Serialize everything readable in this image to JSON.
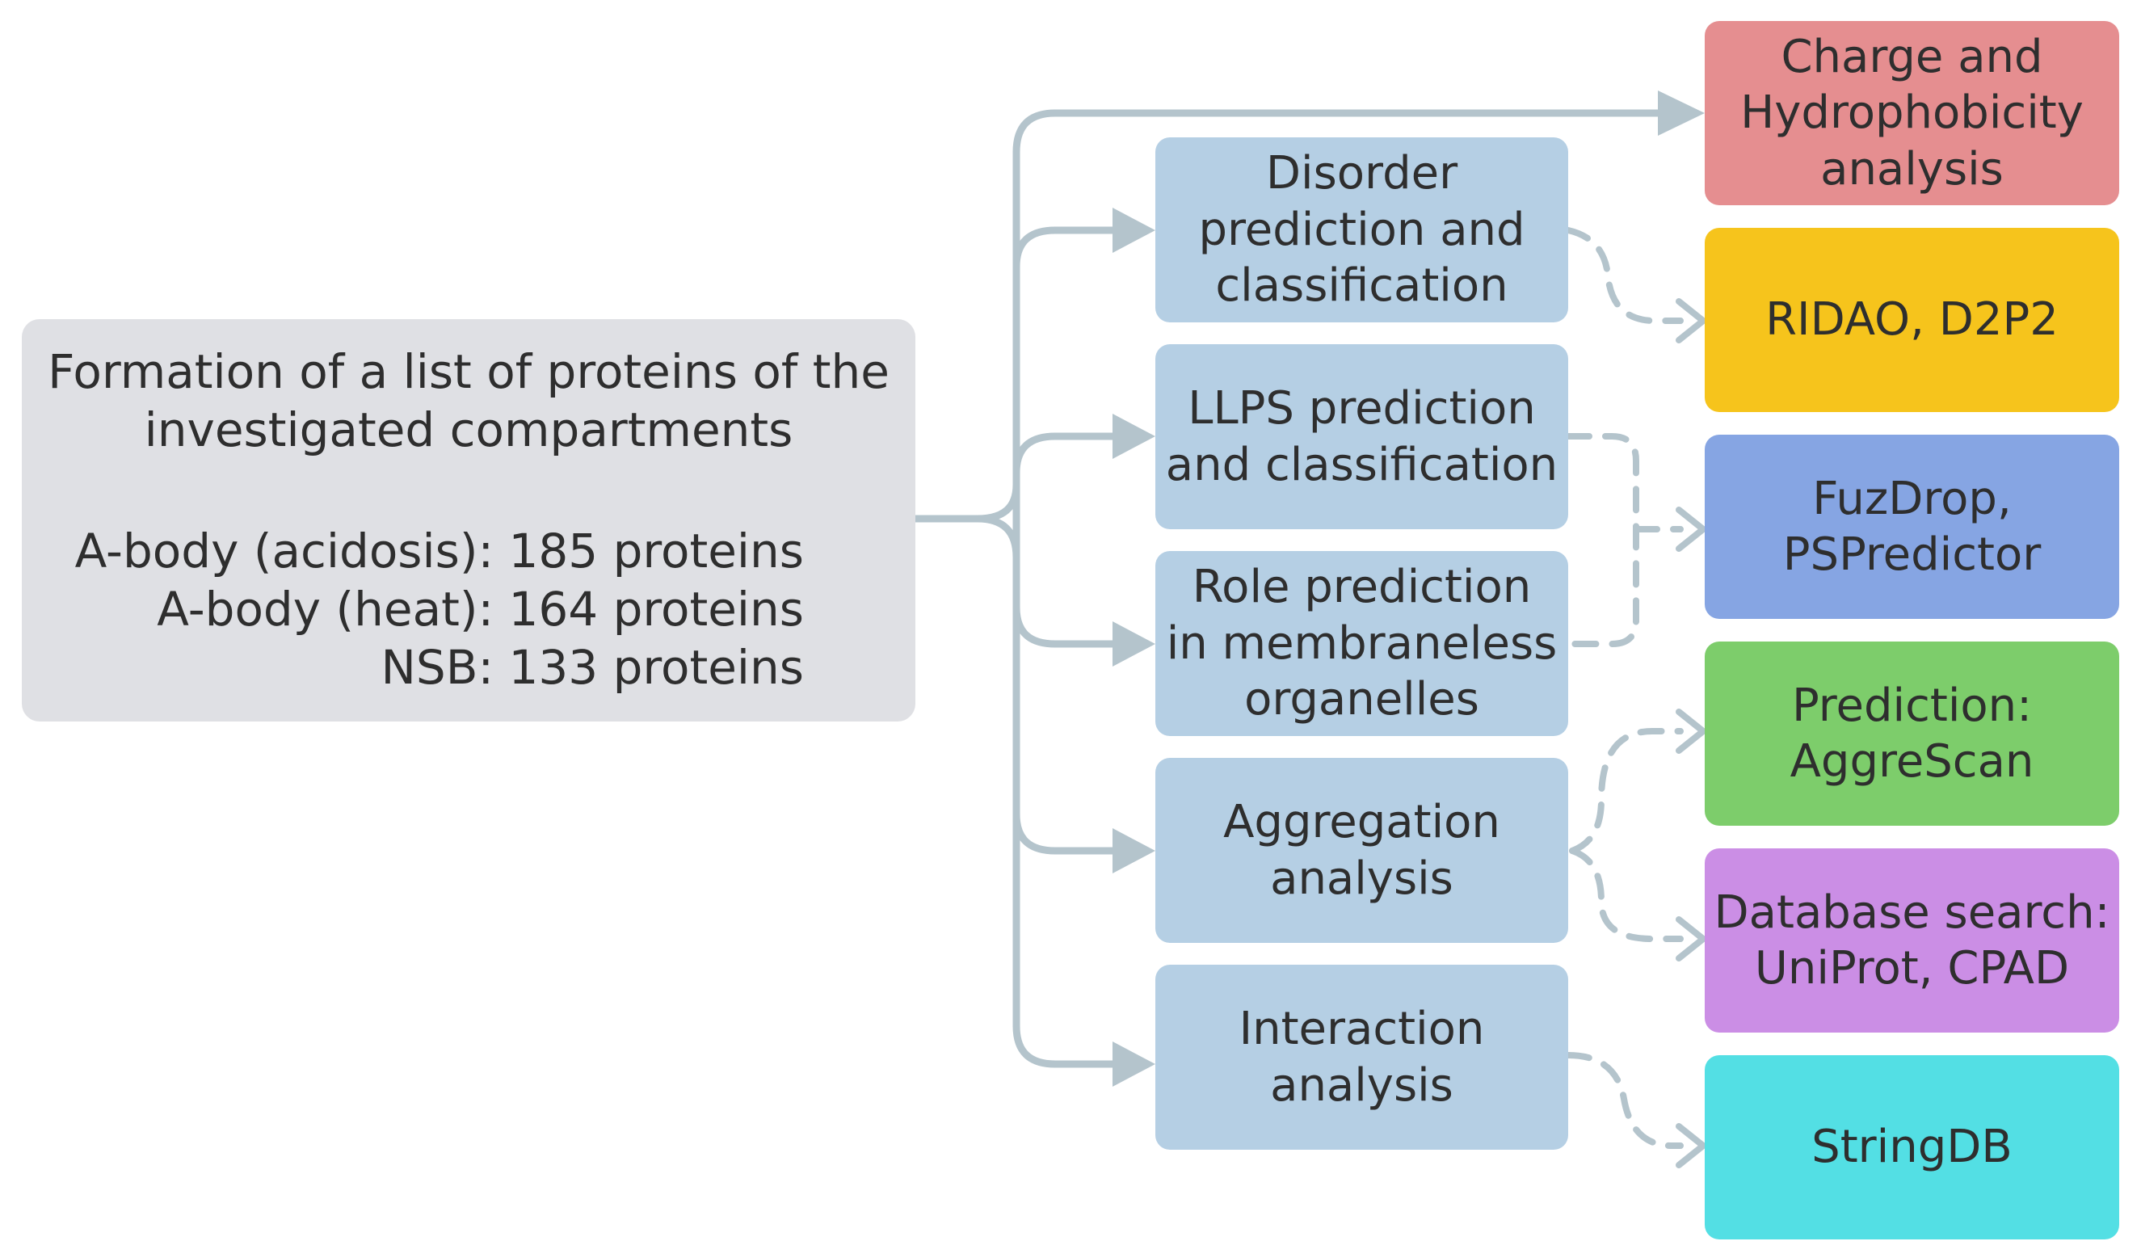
{
  "source": {
    "title_lines": [
      "Formation of a list of proteins of the",
      "investigated compartments"
    ],
    "counts": [
      "A-body (acidosis): 185 proteins",
      "A-body (heat): 164 proteins",
      "NSB: 133 proteins"
    ]
  },
  "steps": [
    {
      "lines": [
        "Disorder",
        "prediction and",
        "classification"
      ]
    },
    {
      "lines": [
        "LLPS prediction",
        "and classification"
      ]
    },
    {
      "lines": [
        "Role prediction",
        "in membraneless",
        "organelles"
      ]
    },
    {
      "lines": [
        "Aggregation",
        "analysis"
      ]
    },
    {
      "lines": [
        "Interaction",
        "analysis"
      ]
    }
  ],
  "tools": [
    {
      "lines": [
        "Charge and",
        "Hydrophobicity",
        "analysis"
      ],
      "color": "#e58e90"
    },
    {
      "lines": [
        "RIDAO, D2P2"
      ],
      "color": "#f6c41c"
    },
    {
      "lines": [
        "FuzDrop,",
        "PSPredictor"
      ],
      "color": "#86a5e3"
    },
    {
      "lines": [
        "Prediction:",
        "AggreScan"
      ],
      "color": "#7dcd6b"
    },
    {
      "lines": [
        "Database search:",
        "UniProt, CPAD"
      ],
      "color": "#cb8ee5"
    },
    {
      "lines": [
        "StringDB"
      ],
      "color": "#53dfe4"
    }
  ],
  "edge_color": "#b4c4cc"
}
